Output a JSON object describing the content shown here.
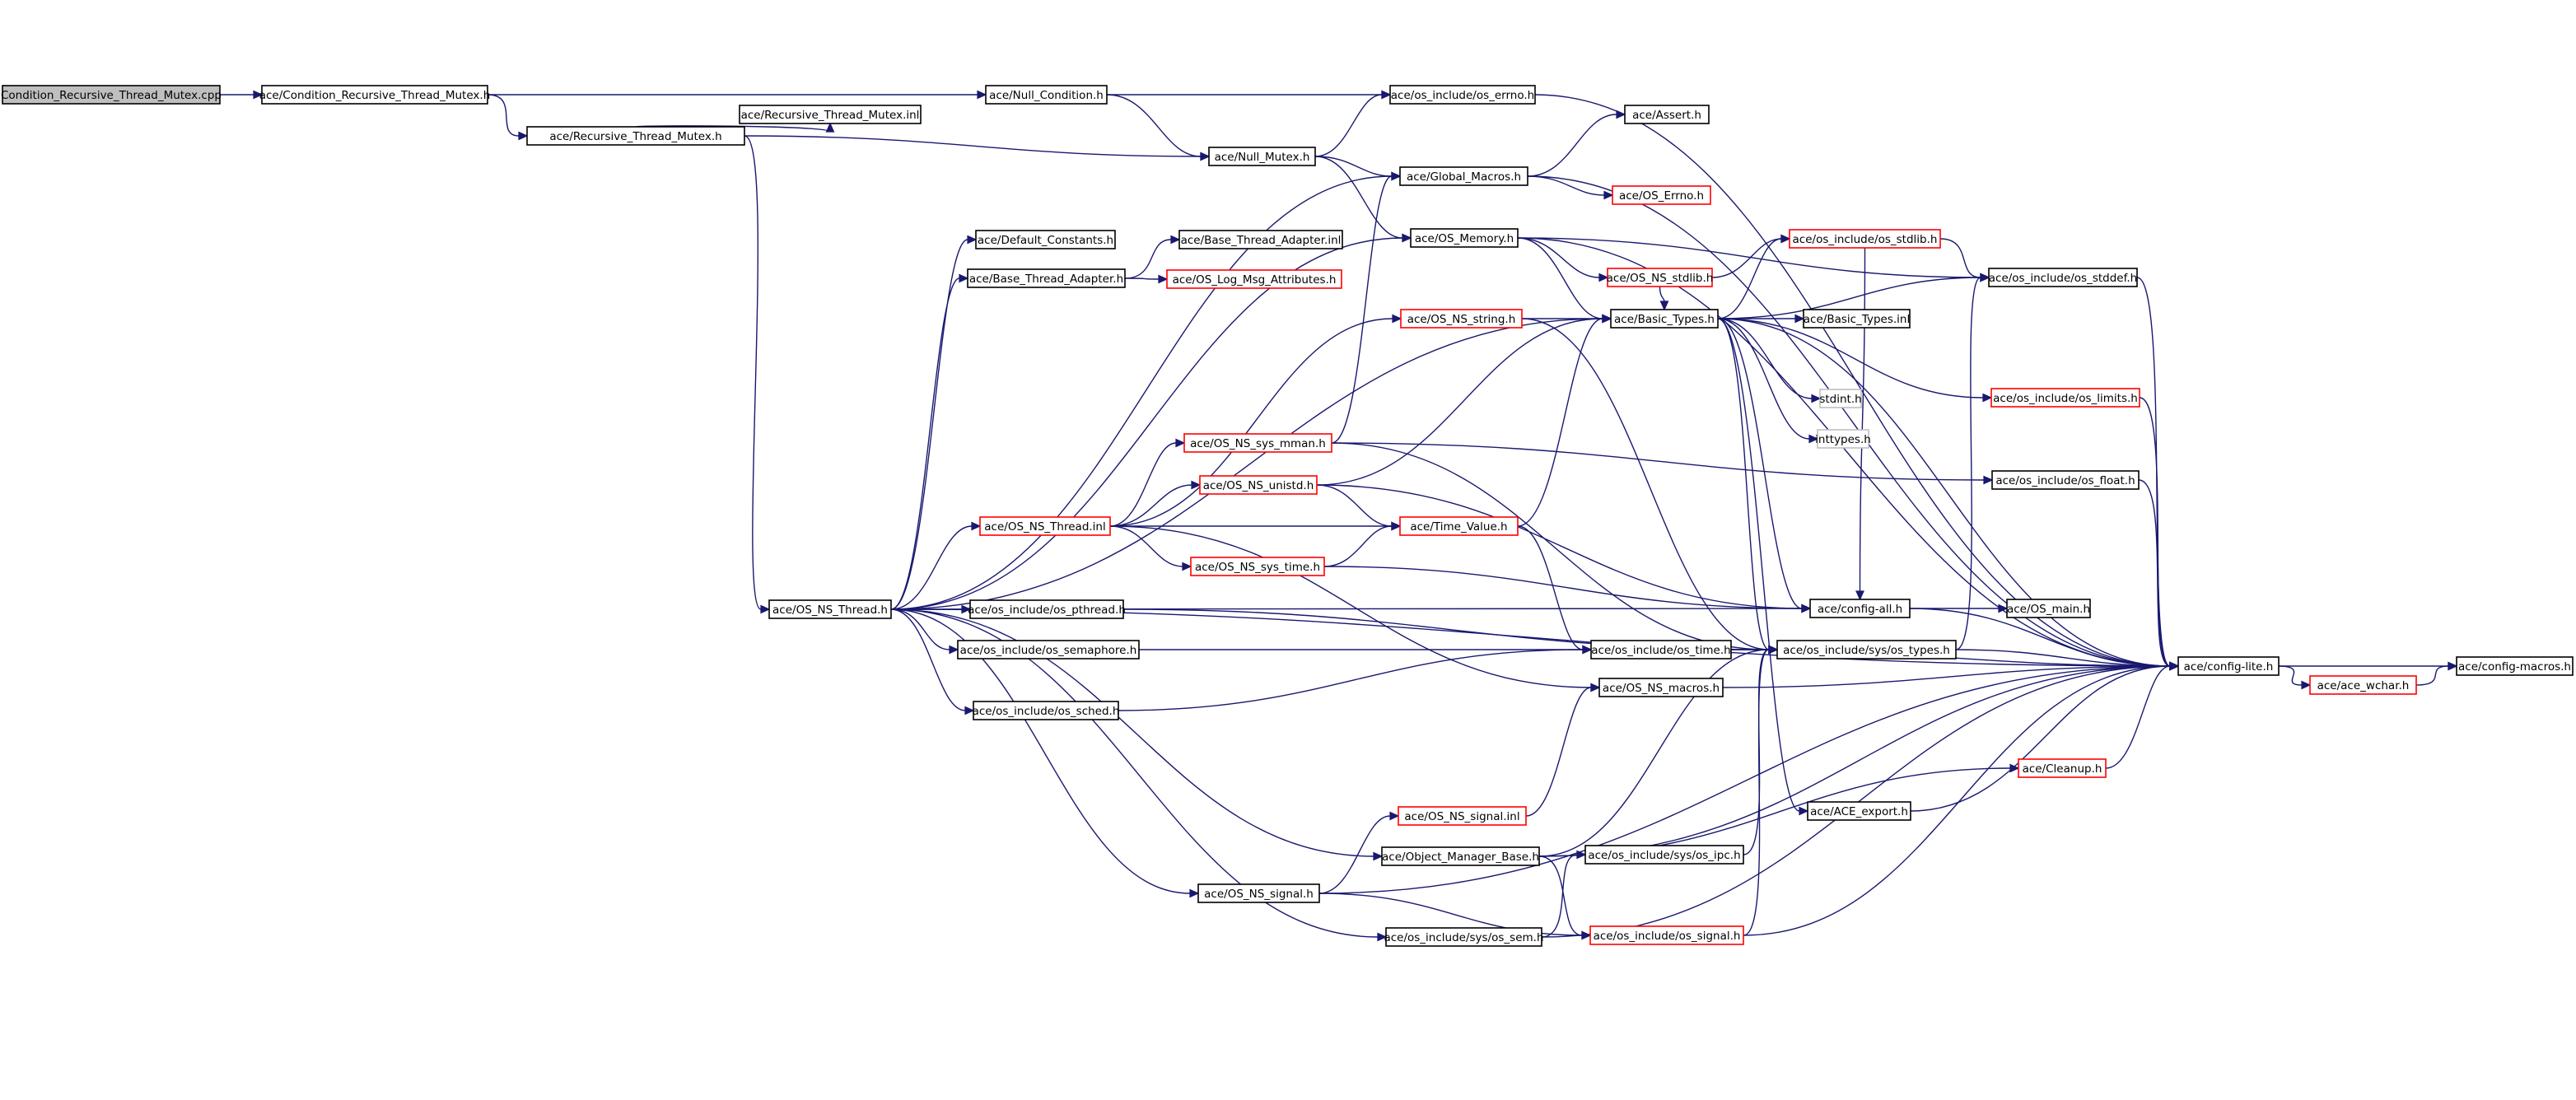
{
  "nodes": [
    {
      "id": "n0",
      "label": "Condition_Recursive_Thread_Mutex.cpp",
      "kind": "root"
    },
    {
      "id": "n1",
      "label": "ace/Condition_Recursive_Thread_Mutex.h",
      "kind": "normal"
    },
    {
      "id": "n2",
      "label": "ace/Recursive_Thread_Mutex.h",
      "kind": "normal"
    },
    {
      "id": "n3",
      "label": "ace/Recursive_Thread_Mutex.inl",
      "kind": "normal"
    },
    {
      "id": "n4",
      "label": "ace/Null_Condition.h",
      "kind": "normal"
    },
    {
      "id": "n5",
      "label": "ace/os_include/os_errno.h",
      "kind": "normal"
    },
    {
      "id": "n6",
      "label": "ace/Null_Mutex.h",
      "kind": "normal"
    },
    {
      "id": "n7",
      "label": "ace/Assert.h",
      "kind": "normal"
    },
    {
      "id": "n8",
      "label": "ace/Global_Macros.h",
      "kind": "normal"
    },
    {
      "id": "n9",
      "label": "ace/OS_Errno.h",
      "kind": "red"
    },
    {
      "id": "n10",
      "label": "ace/Default_Constants.h",
      "kind": "normal"
    },
    {
      "id": "n11",
      "label": "ace/Base_Thread_Adapter.inl",
      "kind": "normal"
    },
    {
      "id": "n12",
      "label": "ace/OS_Memory.h",
      "kind": "normal"
    },
    {
      "id": "n13",
      "label": "ace/os_include/os_stdlib.h",
      "kind": "red"
    },
    {
      "id": "n14",
      "label": "ace/Base_Thread_Adapter.h",
      "kind": "normal"
    },
    {
      "id": "n15",
      "label": "ace/OS_Log_Msg_Attributes.h",
      "kind": "red"
    },
    {
      "id": "n16",
      "label": "ace/OS_NS_stdlib.h",
      "kind": "red"
    },
    {
      "id": "n17",
      "label": "ace/os_include/os_stddef.h",
      "kind": "normal"
    },
    {
      "id": "n18",
      "label": "ace/OS_NS_string.h",
      "kind": "red"
    },
    {
      "id": "n19",
      "label": "ace/Basic_Types.h",
      "kind": "normal"
    },
    {
      "id": "n20",
      "label": "ace/Basic_Types.inl",
      "kind": "normal"
    },
    {
      "id": "n21",
      "label": "stdint.h",
      "kind": "gray"
    },
    {
      "id": "n22",
      "label": "ace/os_include/os_limits.h",
      "kind": "red"
    },
    {
      "id": "n23",
      "label": "ace/OS_NS_sys_mman.h",
      "kind": "red"
    },
    {
      "id": "n24",
      "label": "inttypes.h",
      "kind": "gray"
    },
    {
      "id": "n25",
      "label": "ace/OS_NS_unistd.h",
      "kind": "red"
    },
    {
      "id": "n26",
      "label": "ace/os_include/os_float.h",
      "kind": "normal"
    },
    {
      "id": "n27",
      "label": "ace/OS_NS_Thread.inl",
      "kind": "red"
    },
    {
      "id": "n28",
      "label": "ace/Time_Value.h",
      "kind": "red"
    },
    {
      "id": "n29",
      "label": "ace/OS_NS_sys_time.h",
      "kind": "red"
    },
    {
      "id": "n30",
      "label": "ace/OS_NS_Thread.h",
      "kind": "normal"
    },
    {
      "id": "n31",
      "label": "ace/os_include/os_pthread.h",
      "kind": "normal"
    },
    {
      "id": "n32",
      "label": "ace/config-all.h",
      "kind": "normal"
    },
    {
      "id": "n33",
      "label": "ace/OS_main.h",
      "kind": "normal"
    },
    {
      "id": "n34",
      "label": "ace/os_include/os_semaphore.h",
      "kind": "normal"
    },
    {
      "id": "n35",
      "label": "ace/os_include/os_time.h",
      "kind": "normal"
    },
    {
      "id": "n36",
      "label": "ace/os_include/sys/os_types.h",
      "kind": "normal"
    },
    {
      "id": "n37",
      "label": "ace/config-lite.h",
      "kind": "normal"
    },
    {
      "id": "n38",
      "label": "ace/config-macros.h",
      "kind": "normal"
    },
    {
      "id": "n39",
      "label": "ace/ace_wchar.h",
      "kind": "red"
    },
    {
      "id": "n40",
      "label": "ace/OS_NS_macros.h",
      "kind": "normal"
    },
    {
      "id": "n41",
      "label": "ace/os_include/os_sched.h",
      "kind": "normal"
    },
    {
      "id": "n42",
      "label": "ace/Cleanup.h",
      "kind": "red"
    },
    {
      "id": "n43",
      "label": "ace/ACE_export.h",
      "kind": "normal"
    },
    {
      "id": "n44",
      "label": "ace/OS_NS_signal.inl",
      "kind": "red"
    },
    {
      "id": "n45",
      "label": "ace/Object_Manager_Base.h",
      "kind": "normal"
    },
    {
      "id": "n46",
      "label": "ace/os_include/sys/os_ipc.h",
      "kind": "normal"
    },
    {
      "id": "n47",
      "label": "ace/OS_NS_signal.h",
      "kind": "normal"
    },
    {
      "id": "n48",
      "label": "ace/os_include/sys/os_sem.h",
      "kind": "normal"
    },
    {
      "id": "n49",
      "label": "ace/os_include/os_signal.h",
      "kind": "red"
    }
  ],
  "edges": [
    [
      "n0",
      "n1"
    ],
    [
      "n1",
      "n4"
    ],
    [
      "n1",
      "n2"
    ],
    [
      "n2",
      "n3"
    ],
    [
      "n2",
      "n6"
    ],
    [
      "n2",
      "n30"
    ],
    [
      "n4",
      "n5"
    ],
    [
      "n4",
      "n6"
    ],
    [
      "n5",
      "n37"
    ],
    [
      "n6",
      "n5"
    ],
    [
      "n6",
      "n8"
    ],
    [
      "n6",
      "n12"
    ],
    [
      "n8",
      "n7"
    ],
    [
      "n8",
      "n9"
    ],
    [
      "n8",
      "n37"
    ],
    [
      "n12",
      "n16"
    ],
    [
      "n12",
      "n19"
    ],
    [
      "n12",
      "n17"
    ],
    [
      "n12",
      "n37"
    ],
    [
      "n14",
      "n11"
    ],
    [
      "n14",
      "n15"
    ],
    [
      "n16",
      "n13"
    ],
    [
      "n16",
      "n19"
    ],
    [
      "n13",
      "n17"
    ],
    [
      "n13",
      "n32"
    ],
    [
      "n17",
      "n37"
    ],
    [
      "n18",
      "n19"
    ],
    [
      "n18",
      "n36"
    ],
    [
      "n19",
      "n20"
    ],
    [
      "n19",
      "n21"
    ],
    [
      "n19",
      "n24"
    ],
    [
      "n19",
      "n22"
    ],
    [
      "n19",
      "n17"
    ],
    [
      "n19",
      "n32"
    ],
    [
      "n19",
      "n36"
    ],
    [
      "n19",
      "n43"
    ],
    [
      "n19",
      "n37"
    ],
    [
      "n19",
      "n13"
    ],
    [
      "n22",
      "n37"
    ],
    [
      "n26",
      "n37"
    ],
    [
      "n23",
      "n8"
    ],
    [
      "n23",
      "n36"
    ],
    [
      "n23",
      "n26"
    ],
    [
      "n25",
      "n19"
    ],
    [
      "n25",
      "n28"
    ],
    [
      "n25",
      "n32"
    ],
    [
      "n27",
      "n23"
    ],
    [
      "n27",
      "n25"
    ],
    [
      "n27",
      "n28"
    ],
    [
      "n27",
      "n29"
    ],
    [
      "n27",
      "n18"
    ],
    [
      "n27",
      "n40"
    ],
    [
      "n28",
      "n19"
    ],
    [
      "n28",
      "n35"
    ],
    [
      "n29",
      "n28"
    ],
    [
      "n29",
      "n32"
    ],
    [
      "n30",
      "n27"
    ],
    [
      "n30",
      "n10"
    ],
    [
      "n30",
      "n14"
    ],
    [
      "n30",
      "n12"
    ],
    [
      "n30",
      "n8"
    ],
    [
      "n30",
      "n19"
    ],
    [
      "n30",
      "n31"
    ],
    [
      "n30",
      "n34"
    ],
    [
      "n30",
      "n41"
    ],
    [
      "n30",
      "n32"
    ],
    [
      "n30",
      "n45"
    ],
    [
      "n30",
      "n47"
    ],
    [
      "n30",
      "n48"
    ],
    [
      "n30",
      "n37"
    ],
    [
      "n31",
      "n36"
    ],
    [
      "n34",
      "n35"
    ],
    [
      "n41",
      "n35"
    ],
    [
      "n32",
      "n33"
    ],
    [
      "n32",
      "n37"
    ],
    [
      "n35",
      "n36"
    ],
    [
      "n35",
      "n37"
    ],
    [
      "n36",
      "n37"
    ],
    [
      "n36",
      "n17"
    ],
    [
      "n37",
      "n38"
    ],
    [
      "n37",
      "n39"
    ],
    [
      "n39",
      "n38"
    ],
    [
      "n40",
      "n37"
    ],
    [
      "n42",
      "n37"
    ],
    [
      "n43",
      "n37"
    ],
    [
      "n44",
      "n40"
    ],
    [
      "n45",
      "n42"
    ],
    [
      "n45",
      "n36"
    ],
    [
      "n45",
      "n49"
    ],
    [
      "n45",
      "n37"
    ],
    [
      "n46",
      "n36"
    ],
    [
      "n47",
      "n44"
    ],
    [
      "n47",
      "n49"
    ],
    [
      "n47",
      "n37"
    ],
    [
      "n48",
      "n46"
    ],
    [
      "n48",
      "n37"
    ],
    [
      "n49",
      "n36"
    ],
    [
      "n49",
      "n37"
    ]
  ],
  "colors": {
    "edge": "#191970",
    "node_border": "#000000",
    "red_border": "#ff0000",
    "gray_border": "#bfbfbf",
    "root_fill": "#bfbfbf"
  }
}
